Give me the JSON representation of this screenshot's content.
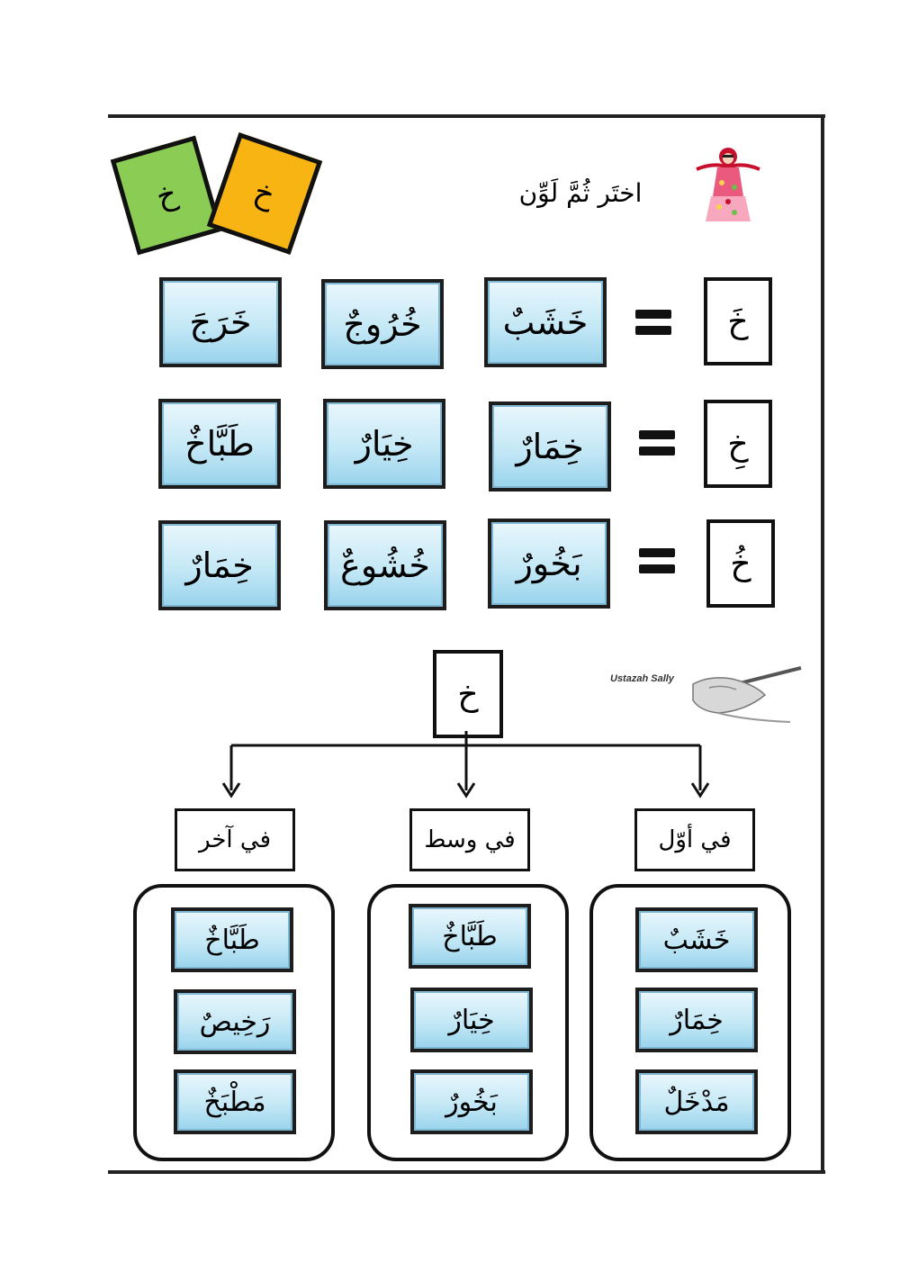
{
  "header": {
    "instruction": "اختَر ثُمَّ لَوِّن",
    "tiles": [
      {
        "label": "خ",
        "color": "#8bcc55"
      },
      {
        "label": "خ",
        "color": "#f7b413"
      }
    ]
  },
  "rows": [
    {
      "letter": "خَ",
      "words": [
        "خَشَبٌ",
        "خُرُوجٌ",
        "خَرَجَ"
      ]
    },
    {
      "letter": "خِ",
      "words": [
        "خِمَارٌ",
        "خِيَارٌ",
        "طَبَّاخٌ"
      ]
    },
    {
      "letter": "خُ",
      "words": [
        "بَخُورٌ",
        "خُشُوعٌ",
        "خِمَارٌ"
      ]
    }
  ],
  "signature": {
    "text": "Ustazah Sally"
  },
  "tree": {
    "root": "خ",
    "positions": [
      {
        "label": "في أوّل",
        "words": [
          "خَشَبٌ",
          "خِمَارٌ",
          "مَدْخَلٌ"
        ]
      },
      {
        "label": "في وسط",
        "words": [
          "طَبَّاخٌ",
          "خِيَارٌ",
          "بَخُورٌ"
        ]
      },
      {
        "label": "في آخر",
        "words": [
          "طَبَّاخٌ",
          "رَخِيصٌ",
          "مَطْبَخٌ"
        ]
      }
    ]
  },
  "colors": {
    "card_top": "#e9f7fc",
    "card_bottom": "#98d3ec",
    "border": "#111111"
  }
}
